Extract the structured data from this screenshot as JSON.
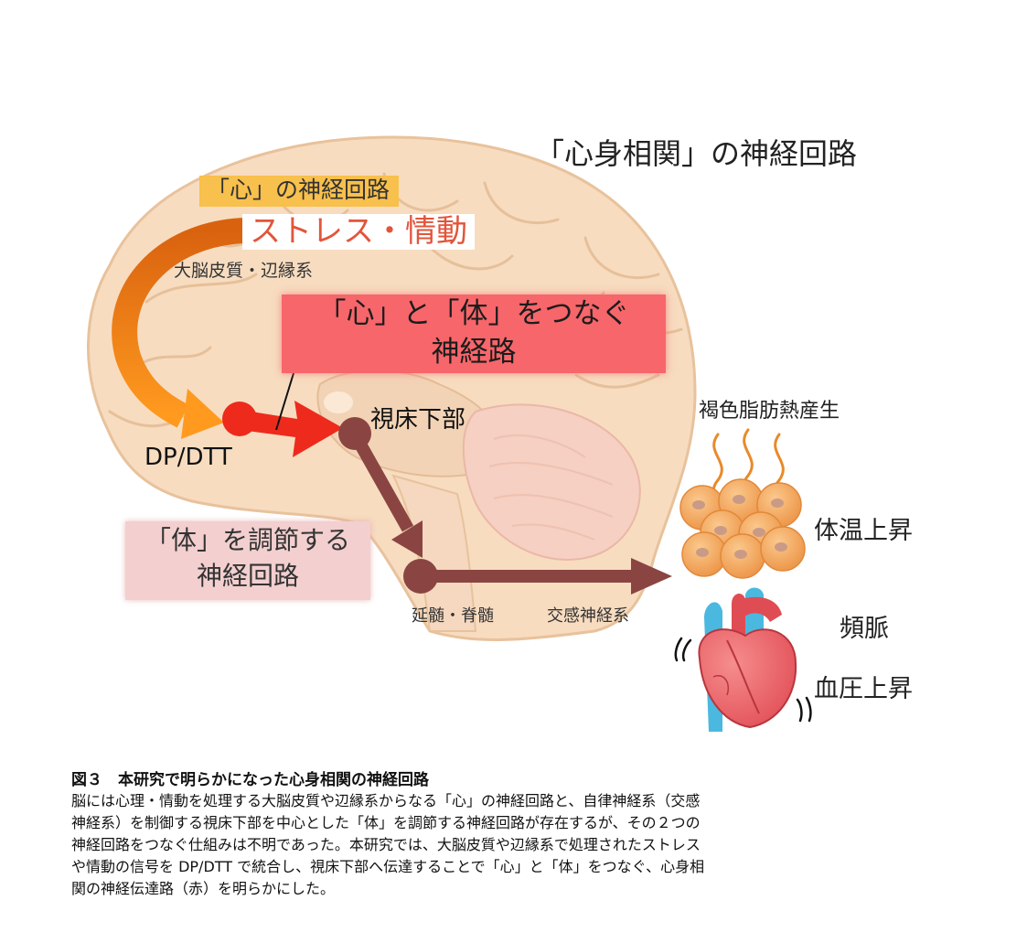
{
  "diagram": {
    "title": "「心身相関」の神経回路",
    "heart_mind_circuit": "「心」の神経回路",
    "stress_emotion": "ストレス・情動",
    "cortex_limbic": "大脳皮質・辺縁系",
    "connect_line1": "「心」と「体」をつなぐ",
    "connect_line2": "神経路",
    "dp_dtt": "DP/DTT",
    "hypothalamus": "視床下部",
    "body_circuit_line1": "「体」を調節する",
    "body_circuit_line2": "神経回路",
    "medulla_spinal": "延髄・脊髄",
    "sympathetic": "交感神経系",
    "brown_fat": "褐色脂肪熱産生",
    "temp_rise": "体温上昇",
    "tachycardia": "頻脈",
    "bp_rise": "血圧上昇"
  },
  "colors": {
    "brain": "#f7dcc0",
    "brain_outline": "#e8c29c",
    "orange_arrow": "#f27a1a",
    "red_pathway": "#ee2a1c",
    "maroon_pathway": "#8a4542",
    "fat_cell": "#f2a65a",
    "heart": "#e8565b",
    "vessel_blue": "#4bb8e0"
  },
  "caption": {
    "title": "図３　本研究で明らかになった心身相関の神経回路",
    "lines": [
      "脳には心理・情動を処理する大脳皮質や辺縁系からなる「心」の神経回路と、自律神経系（交感",
      "神経系）を制御する視床下部を中心とした「体」を調節する神経回路が存在するが、その２つの",
      "神経回路をつなぐ仕組みは不明であった。本研究では、大脳皮質や辺縁系で処理されたストレス",
      "や情動の信号を DP/DTT で統合し、視床下部へ伝達することで「心」と「体」をつなぐ、心身相",
      "関の神経伝達路（赤）を明らかにした。"
    ]
  }
}
